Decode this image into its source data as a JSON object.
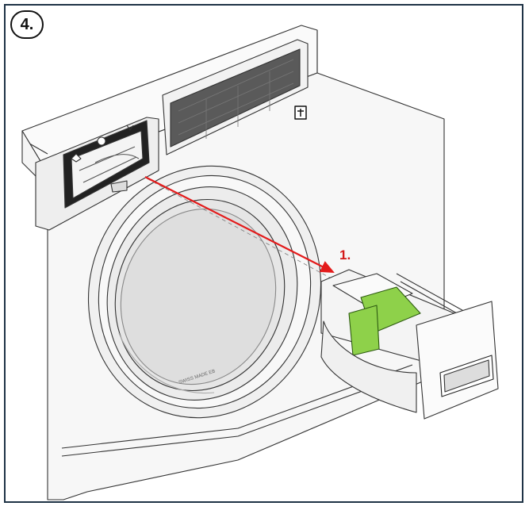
{
  "step_label": "4.",
  "callout_label": "1.",
  "door_marking": "SWISS MADE EB",
  "colors": {
    "frame_border": "#1f3346",
    "arrow": "#e31b1b",
    "callout_text": "#d41a1a",
    "highlight_part": "#8ed14a",
    "display_panel": "#5a5a5a"
  },
  "icons": [
    "prewash-compartment-icon",
    "softener-compartment-icon",
    "main-wash-compartment-icon",
    "brand-logo-icon"
  ]
}
